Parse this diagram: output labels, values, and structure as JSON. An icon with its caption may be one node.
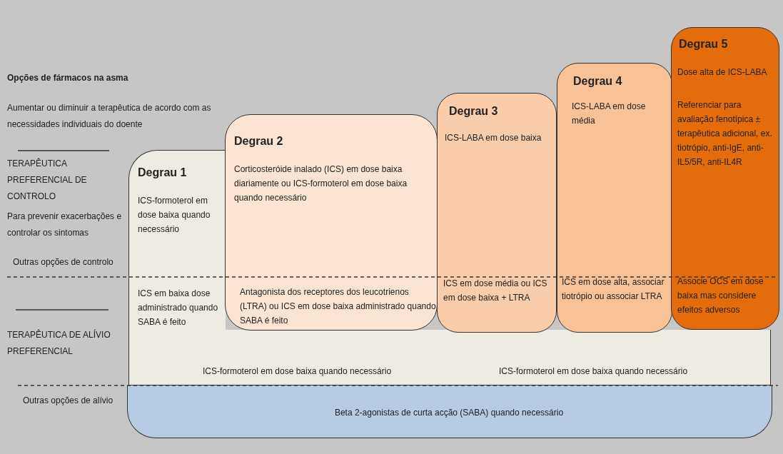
{
  "diagram": {
    "title": "Opções de fármacos na asma",
    "nodes": [
      {
        "text": [
          "Degrau 1",
          "ICS-formoterol em dose baixa quando necessário",
          "ICS em baixa dose administrado quando SABA é feito"
        ]
      },
      {
        "text": [
          "Degrau 2",
          "Corticosteróide inalado (ICS) em dose baixa diariamente ou ICS-formoterol em dose baixa quando necessário",
          "Antagonista dos receptores dos leucotrienos (LTRA) ou ICS em dose baixa administrado quando SABA é feito"
        ]
      },
      {
        "text": [
          "Degrau 3",
          "ICS-LABA em dose baixa",
          "ICS em dose média ou ICS em dose baixa + LTRA"
        ]
      },
      {
        "text": [
          "Degrau 4",
          "ICS-LABA em dose média",
          "ICS em dose alta, associar tiotrópio ou associar LTRA"
        ]
      },
      {
        "text": [
          "Degrau 5",
          "Dose alta de ICS-LABA",
          "Referenciar para avaliação fenotípica ± terapêutica adicional, ex. tiotrópio, anti-IgE, anti-IL5/5R, anti-IL4R",
          "Associe OCS em dose baixa mas considere efeitos adversos"
        ]
      },
      {
        "text": [
          "ICS-formoterol em dose baixa quando necessário",
          "ICS-formoterol em dose baixa quando necessário"
        ]
      },
      {
        "text": [
          "Beta 2-agonistas de curta acção (SABA) quando necessário"
        ]
      }
    ],
    "labels": [
      "Aumentar ou diminuir a terapêutica de acordo com as necessidades individuais do doente",
      "TERAPÊUTICA PREFERENCIAL DE CONTROLO",
      "Para prevenir exacerbações e controlar os sintomas",
      "Outras opções de controlo",
      "TERAPÊUTICA DE ALÍVIO PREFERENCIAL",
      "Outras opções de alívio"
    ]
  }
}
